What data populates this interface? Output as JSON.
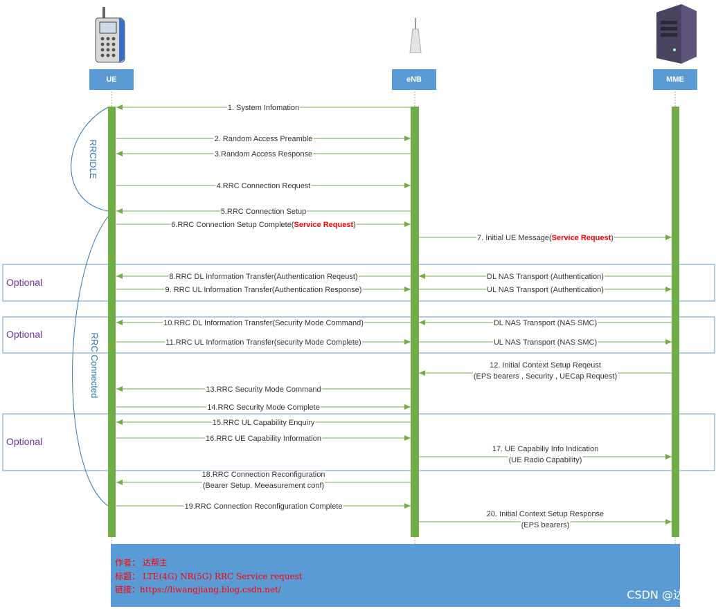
{
  "nodes": [
    {
      "key": "ue",
      "label": "UE",
      "icon": "mobile-phone-icon"
    },
    {
      "key": "enb",
      "label": "eNB",
      "icon": "antenna-icon"
    },
    {
      "key": "mme",
      "label": "MME",
      "icon": "server-icon"
    }
  ],
  "states": {
    "idle": "RRCIDLE",
    "connected": "RRC Connected"
  },
  "optional_label": "Optional",
  "messages": [
    {
      "n": 1,
      "from": "enb",
      "to": "ue",
      "text": "1. System Infomation"
    },
    {
      "n": 2,
      "from": "ue",
      "to": "enb",
      "text": "2. Random Access Preamble"
    },
    {
      "n": 3,
      "from": "enb",
      "to": "ue",
      "text": "3.Random Access Response"
    },
    {
      "n": 4,
      "from": "ue",
      "to": "enb",
      "text": "4.RRC Connection Request"
    },
    {
      "n": 5,
      "from": "enb",
      "to": "ue",
      "text": "5.RRC Connection Setup"
    },
    {
      "n": 6,
      "from": "ue",
      "to": "enb",
      "text": "6.RRC Connection Setup Complete(",
      "highlight": "Service Request",
      "suffix": ")"
    },
    {
      "n": 7,
      "from": "enb",
      "to": "mme",
      "text": "7. Initial UE Message(",
      "highlight": "Service Request",
      "suffix": ")"
    },
    {
      "n": 8,
      "from": "enb",
      "to": "ue",
      "text": "8.RRC DL Information Transfer(Authentication Reqeust)"
    },
    {
      "n": 8,
      "from": "mme",
      "to": "enb",
      "text": "DL NAS Transport (Authentication)"
    },
    {
      "n": 9,
      "from": "ue",
      "to": "enb",
      "text": "9. RRC UL Information Transfer(Authentication Response)"
    },
    {
      "n": 9,
      "from": "enb",
      "to": "mme",
      "text": "UL NAS Transport (Authentication)"
    },
    {
      "n": 10,
      "from": "enb",
      "to": "ue",
      "text": "10.RRC DL Information Transfer(Security Mode Command)"
    },
    {
      "n": 10,
      "from": "mme",
      "to": "enb",
      "text": "DL NAS Transport (NAS SMC)"
    },
    {
      "n": 11,
      "from": "ue",
      "to": "enb",
      "text": "11.RRC UL Information Transfer(security Mode Complete)"
    },
    {
      "n": 11,
      "from": "enb",
      "to": "mme",
      "text": "UL NAS Transport (NAS SMC)"
    },
    {
      "n": 12,
      "from": "mme",
      "to": "enb",
      "text": "12. Initial Context Setup Reqeust",
      "text2": "(EPS bearers , Security , UECap Request)"
    },
    {
      "n": 13,
      "from": "enb",
      "to": "ue",
      "text": "13.RRC Security Mode Command"
    },
    {
      "n": 14,
      "from": "ue",
      "to": "enb",
      "text": "14.RRC Security Mode Complete"
    },
    {
      "n": 15,
      "from": "enb",
      "to": "ue",
      "text": "15.RRC UL Capability Enquiry"
    },
    {
      "n": 16,
      "from": "ue",
      "to": "enb",
      "text": "16.RRC UE Capability Information"
    },
    {
      "n": 17,
      "from": "enb",
      "to": "mme",
      "text": "17. UE Capabiliy Info Indication",
      "text2": "(UE Radio Capability)"
    },
    {
      "n": 18,
      "from": "enb",
      "to": "ue",
      "text": "18.RRC Connection Reconfiguration",
      "text2": "(Bearer Setup. Meeasurement conf)"
    },
    {
      "n": 19,
      "from": "ue",
      "to": "enb",
      "text": "19.RRC Connection Reconfiguration Complete"
    },
    {
      "n": 20,
      "from": "enb",
      "to": "mme",
      "text": "20. Initial  Context Setup Response",
      "text2": "(EPS bearers)"
    }
  ],
  "info": {
    "author": "作者： 达帮主",
    "title": "标题： LTE(4G) NR(5G) RRC Service request",
    "link": "链接：https://liwangjiang.blog.csdn.net/"
  },
  "watermark": "CSDN @达帮主",
  "colors": {
    "lifeline": "#70ad47",
    "arrow": "#70ad47",
    "node_box": "#5b9bd5",
    "highlight": "#ff0000",
    "optional_text": "#7030a0",
    "state_text": "#2e75b6",
    "info_text": "#ff0000"
  }
}
